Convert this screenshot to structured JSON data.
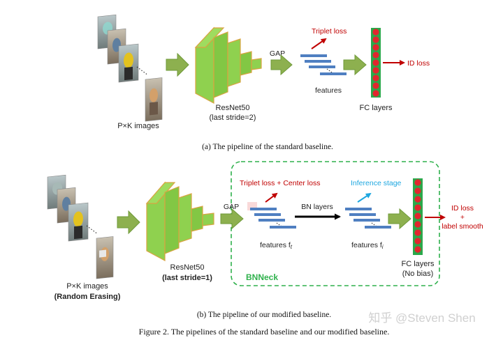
{
  "colors": {
    "green_arrow": "#8db04f",
    "green_arrow_stroke": "#6f9a3a",
    "block_green": "#8fd14f",
    "block_orange": "#d9a441",
    "feature_blue": "#4f7fc1",
    "fc_green": "#2aa84a",
    "fc_red": "#e1262d",
    "loss_red": "#c00000",
    "inference_cyan": "#1ea7e0",
    "bnneck_green": "#2fb14c"
  },
  "top": {
    "input_label": "P×K images",
    "backbone_label_1": "ResNet50",
    "backbone_label_2": "(last stride=2)",
    "gap_label": "GAP",
    "triplet_loss": "Triplet loss",
    "features_label": "features",
    "fc_label": "FC layers",
    "id_loss": "ID loss",
    "caption": "(a)  The pipeline of the standard baseline."
  },
  "bottom": {
    "input_label_1": "P×K images",
    "input_label_2": "(Random Erasing)",
    "backbone_label_1": "ResNet50",
    "backbone_label_2": "(last stride=1)",
    "gap_label": "GAP",
    "triplet_center_loss": "Triplet loss + Center loss",
    "inference_stage": "Inference stage",
    "bn_layers": "BN layers",
    "features_t": "features f",
    "features_t_sub": "t",
    "features_i": "features f",
    "features_i_sub": "i",
    "fc_label_1": "FC layers",
    "fc_label_2": "(No bias)",
    "id_loss": "ID loss",
    "plus": "+",
    "label_smooth": "label smooth",
    "bnneck": "BNNeck",
    "caption": "(b)  The pipeline of our modified baseline."
  },
  "figure_caption": "Figure 2. The pipelines of the standard baseline and our modified baseline.",
  "watermark": "知乎 @Steven Shen"
}
